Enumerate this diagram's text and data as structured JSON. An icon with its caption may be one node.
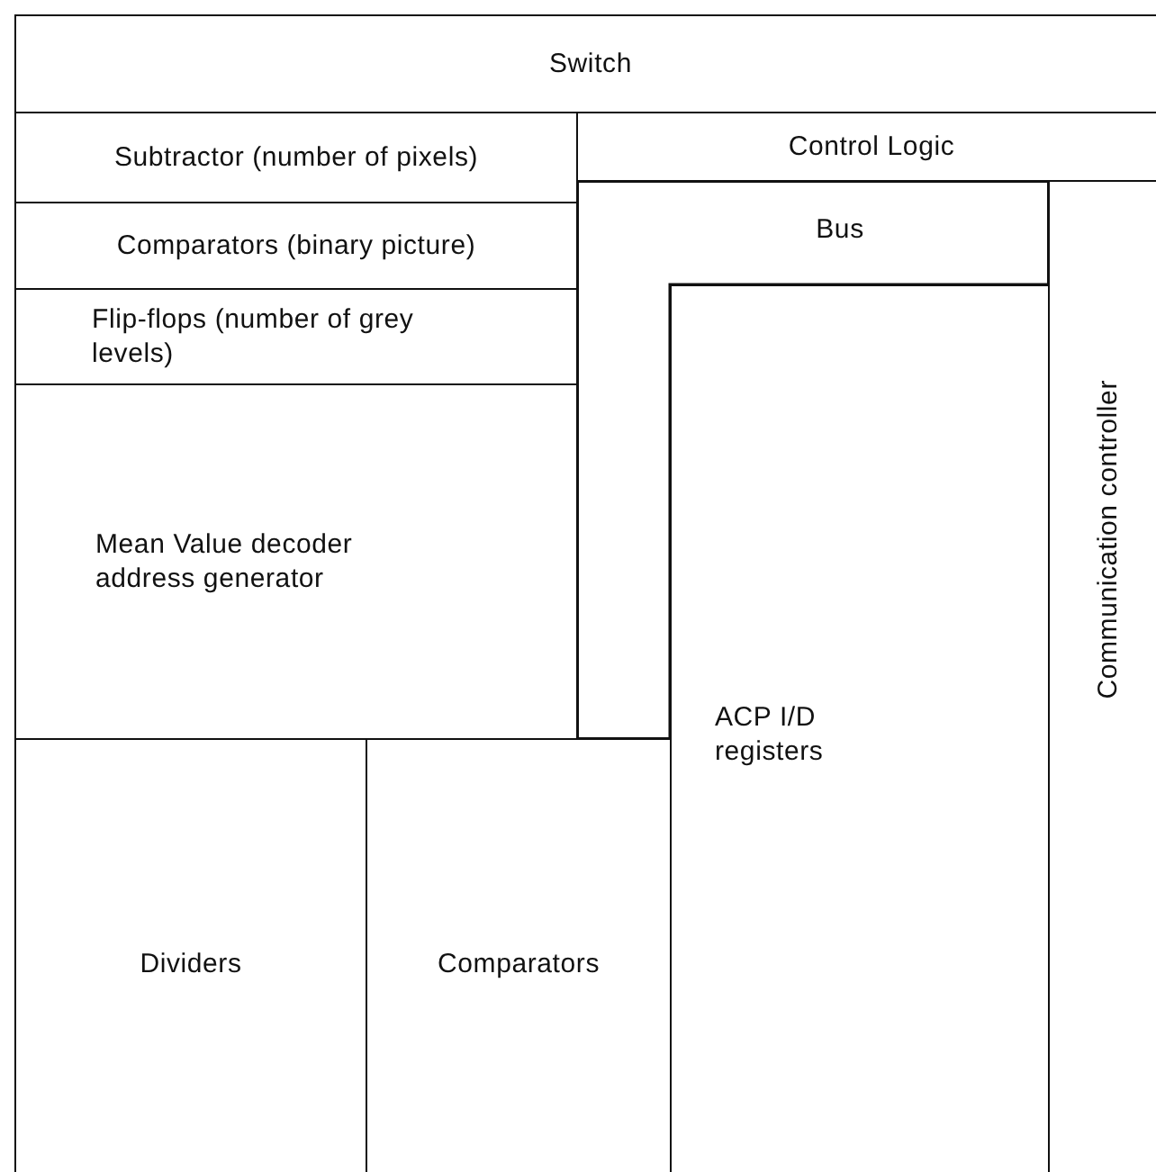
{
  "diagram": {
    "nodes": [
      {
        "text": [
          "Switch"
        ]
      },
      {
        "text": [
          "Subtractor (number of pixels)"
        ]
      },
      {
        "text": [
          "Control Logic"
        ]
      },
      {
        "text": [
          "Comparators (binary picture)"
        ]
      },
      {
        "text": [
          "Bus"
        ]
      },
      {
        "text": [
          "Flip-flops (number of grey levels)"
        ]
      },
      {
        "text": [
          "Mean Value decoder address generator"
        ]
      },
      {
        "text": [
          "ACP I/D registers"
        ]
      },
      {
        "text": [
          "Communication controller"
        ]
      },
      {
        "text": [
          "Dividers"
        ]
      },
      {
        "text": [
          "Comparators"
        ]
      }
    ]
  }
}
